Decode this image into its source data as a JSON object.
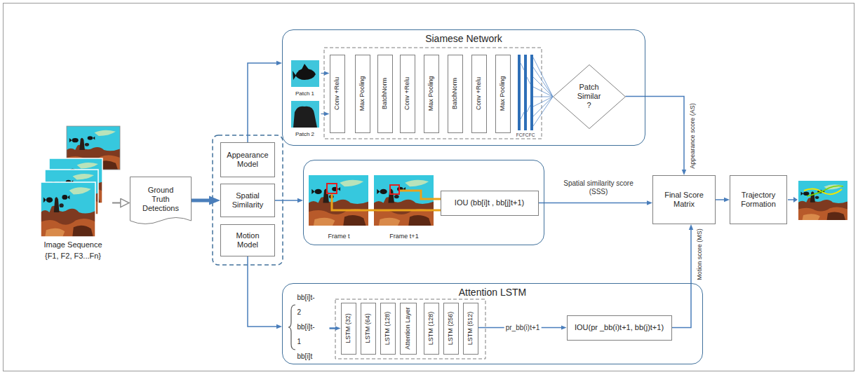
{
  "diagram": {
    "nodes": [
      {
        "text": [
          "Image Sequence",
          "{F1, F2, F3...Fn}"
        ]
      },
      {
        "text": [
          "Ground Truth Detections"
        ]
      },
      {
        "text": [
          "Appearance Model"
        ]
      },
      {
        "text": [
          "Spatial Similarity"
        ]
      },
      {
        "text": [
          "Motion Model"
        ]
      },
      {
        "text": [
          "Siamese Network"
        ]
      },
      {
        "text": [
          "Patch 1"
        ],
        "in": 5
      },
      {
        "text": [
          "Patch 2"
        ],
        "in": 5
      },
      {
        "text": [
          "Conv +Relu"
        ],
        "in": 5
      },
      {
        "text": [
          "Max Pooling"
        ],
        "in": 5
      },
      {
        "text": [
          "BatchNorm"
        ],
        "in": 5
      },
      {
        "text": [
          "Conv +Relu"
        ],
        "in": 5
      },
      {
        "text": [
          "Max Pooling"
        ],
        "in": 5
      },
      {
        "text": [
          "BatchNorm"
        ],
        "in": 5
      },
      {
        "text": [
          "Conv +Relu"
        ],
        "in": 5
      },
      {
        "text": [
          "Max Pooling"
        ],
        "in": 5
      },
      {
        "text": [
          "Patch Similar ?"
        ],
        "in": 5
      },
      {
        "text": [
          "Frame t",
          "Frame t+1"
        ]
      },
      {
        "text": [
          "IOU (bb[i]t , bb[j]t+1)"
        ],
        "in": 17
      },
      {
        "text": [
          "Attention LSTM"
        ]
      },
      {
        "text": [
          "bb[i]t-2 bb[i]t-1 bb[i]t"
        ],
        "in": 19
      },
      {
        "text": [
          "LSTM (32)"
        ],
        "in": 19
      },
      {
        "text": [
          "LSTM (64)"
        ],
        "in": 19
      },
      {
        "text": [
          "LSTM (128)"
        ],
        "in": 19
      },
      {
        "text": [
          "Attention Layer"
        ],
        "in": 19
      },
      {
        "text": [
          "LSTM (128)"
        ],
        "in": 19
      },
      {
        "text": [
          "LSTM (256)"
        ],
        "in": 19
      },
      {
        "text": [
          "LSTM (512)"
        ],
        "in": 19
      },
      {
        "text": [
          "IOU(pr _bb(i)t+1, bb(j)t+1)"
        ],
        "in": 19
      },
      {
        "text": [
          "Final Score Matrix"
        ]
      },
      {
        "text": [
          "Trajectory Formation"
        ]
      }
    ],
    "edges": [
      {
        "from": 0,
        "to": 1,
        "arrow": "to"
      },
      {
        "from": 1,
        "to": 3,
        "arrow": "to"
      },
      {
        "from": 2,
        "to": 5,
        "arrow": "to"
      },
      {
        "from": 3,
        "to": 17,
        "arrow": "to"
      },
      {
        "from": 4,
        "to": 19,
        "arrow": "to"
      },
      {
        "from": 6,
        "to": 8,
        "arrow": "to"
      },
      {
        "from": 7,
        "to": 8,
        "arrow": "to"
      },
      {
        "from": 16,
        "to": 29,
        "label": "Appearance score (AS)",
        "arrow": "to"
      },
      {
        "from": 18,
        "to": 29,
        "label": "Spatial similarity score (SSS)",
        "arrow": "to"
      },
      {
        "from": 20,
        "to": 21,
        "arrow": "to"
      },
      {
        "from": 27,
        "to": 28,
        "label": "pr_bb(i)t+1",
        "arrow": "to"
      },
      {
        "from": 28,
        "to": 29,
        "label": "Motion score (MS)",
        "arrow": "to"
      },
      {
        "from": 29,
        "to": 30,
        "arrow": "to"
      }
    ],
    "labels": [
      "FC",
      "FC",
      "FC"
    ]
  }
}
